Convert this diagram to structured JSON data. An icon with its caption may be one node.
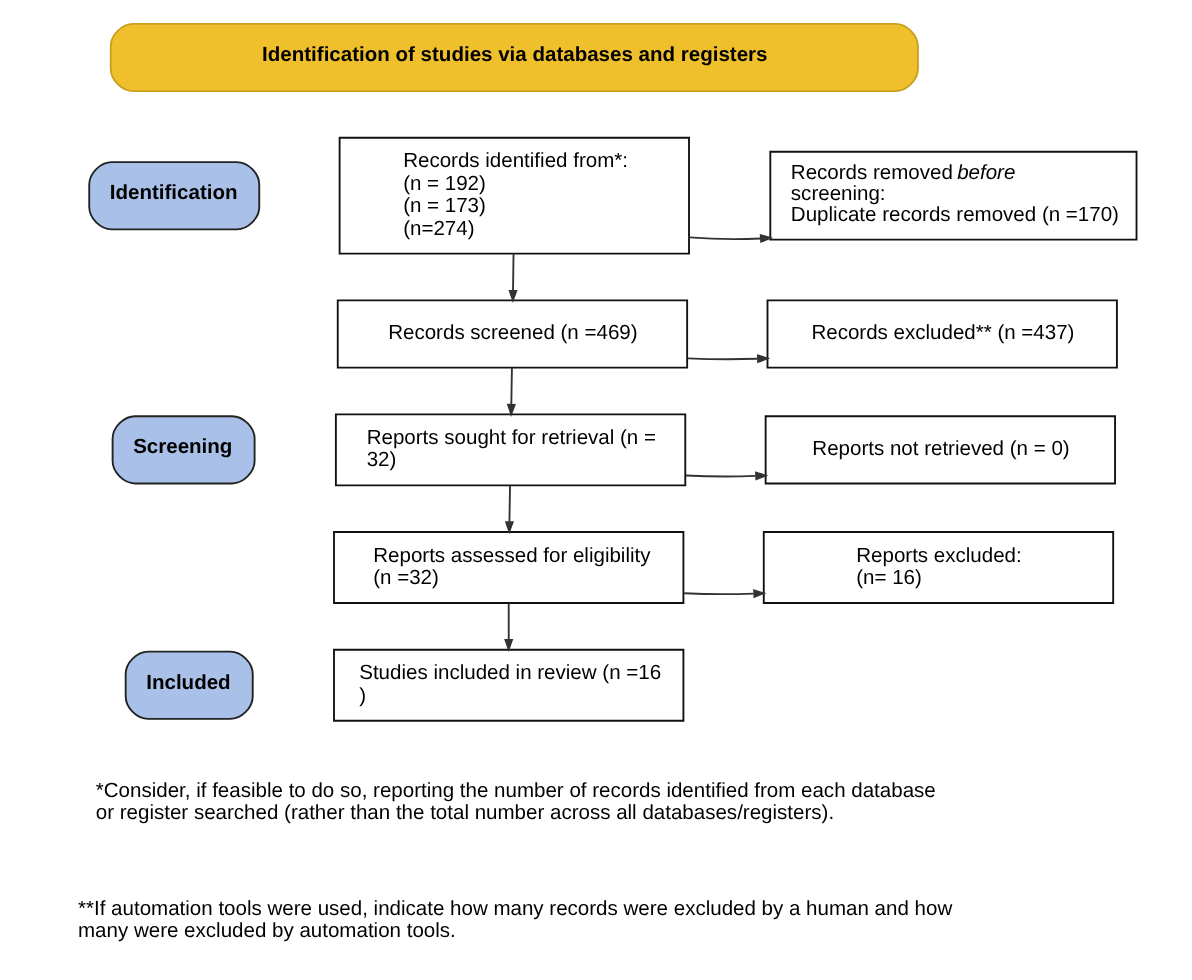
{
  "diagram": {
    "nodes": [
      {
        "text": [
          "Identification of studies via databases and registers"
        ]
      },
      {
        "text": [
          "Identification"
        ]
      },
      {
        "text": [
          "Screening"
        ]
      },
      {
        "text": [
          "Included"
        ]
      },
      {
        "text": [
          "Records identified from*:",
          "(n = 192)",
          "(n = 173)",
          "(n=274)"
        ]
      },
      {
        "text": [
          "Records removed *before* screening:",
          "Duplicate records removed (n =170)"
        ]
      },
      {
        "text": [
          "Records screened (n =469)"
        ]
      },
      {
        "text": [
          "Records excluded** (n =437)"
        ]
      },
      {
        "text": [
          "Reports sought for retrieval (n = 32)"
        ]
      },
      {
        "text": [
          "Reports not retrieved (n = 0)"
        ]
      },
      {
        "text": [
          "Reports assessed for eligibility (n =32)"
        ]
      },
      {
        "text": [
          "Reports excluded:",
          "(n= 16)"
        ]
      },
      {
        "text": [
          "Studies included in review (n =16 )"
        ]
      }
    ],
    "edges": [
      {
        "from": 4,
        "to": 5,
        "arrow": "to"
      },
      {
        "from": 4,
        "to": 6,
        "arrow": "to"
      },
      {
        "from": 6,
        "to": 7,
        "arrow": "to"
      },
      {
        "from": 6,
        "to": 8,
        "arrow": "to"
      },
      {
        "from": 8,
        "to": 9,
        "arrow": "to"
      },
      {
        "from": 8,
        "to": 10,
        "arrow": "to"
      },
      {
        "from": 10,
        "to": 11,
        "arrow": "to"
      },
      {
        "from": 10,
        "to": 12,
        "arrow": "to"
      }
    ],
    "labels": [
      "*Consider, if feasible to do so, reporting the number of records identified from each database or register searched (rather than the total number across all databases/registers).",
      "**If automation tools were used, indicate how many records were excluded by a human and how many were excluded by automation tools."
    ]
  }
}
